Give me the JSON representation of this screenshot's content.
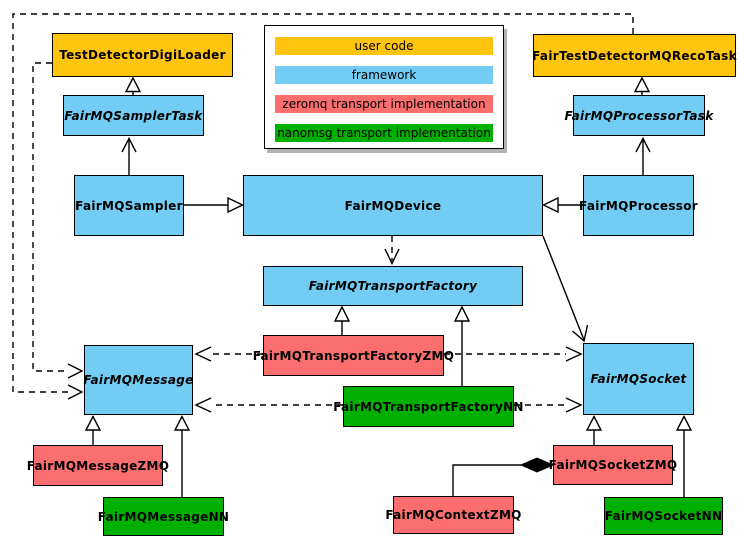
{
  "palette": {
    "user_code": "#FFC40D",
    "framework": "#72CCF3",
    "zeromq": "#FA6E6E",
    "nanomsg": "#00B000",
    "border": "#000000",
    "shadow": "#b3b3b3"
  },
  "legend": {
    "items": [
      {
        "label": "user code",
        "color": "#FFC40D"
      },
      {
        "label": "framework",
        "color": "#72CCF3"
      },
      {
        "label": "zeromq transport implementation",
        "color": "#FA6E6E"
      },
      {
        "label": "nanomsg transport implementation",
        "color": "#00B000"
      }
    ]
  },
  "nodes": {
    "testDetectorDigiLoader": {
      "label": "TestDetectorDigiLoader",
      "color": "#FFC40D"
    },
    "fairMQSamplerTask": {
      "label": "FairMQSamplerTask",
      "color": "#72CCF3"
    },
    "fairTestDetectorMQRecoTask": {
      "label": "FairTestDetectorMQRecoTask",
      "color": "#FFC40D"
    },
    "fairMQProcessorTask": {
      "label": "FairMQProcessorTask",
      "color": "#72CCF3"
    },
    "fairMQSampler": {
      "label": "FairMQSampler",
      "color": "#72CCF3"
    },
    "fairMQDevice": {
      "label": "FairMQDevice",
      "color": "#72CCF3"
    },
    "fairMQProcessor": {
      "label": "FairMQProcessor",
      "color": "#72CCF3"
    },
    "fairMQTransportFactory": {
      "label": "FairMQTransportFactory",
      "color": "#72CCF3"
    },
    "fairMQTransportFactoryZMQ": {
      "label": "FairMQTransportFactoryZMQ",
      "color": "#FA6E6E"
    },
    "fairMQTransportFactoryNN": {
      "label": "FairMQTransportFactoryNN",
      "color": "#00B000"
    },
    "fairMQMessage": {
      "label": "FairMQMessage",
      "color": "#72CCF3"
    },
    "fairMQSocket": {
      "label": "FairMQSocket",
      "color": "#72CCF3"
    },
    "fairMQMessageZMQ": {
      "label": "FairMQMessageZMQ",
      "color": "#FA6E6E"
    },
    "fairMQMessageNN": {
      "label": "FairMQMessageNN",
      "color": "#00B000"
    },
    "fairMQSocketZMQ": {
      "label": "FairMQSocketZMQ",
      "color": "#FA6E6E"
    },
    "fairMQSocketNN": {
      "label": "FairMQSocketNN",
      "color": "#00B000"
    },
    "fairMQContextZMQ": {
      "label": "FairMQContextZMQ",
      "color": "#FA6E6E"
    }
  }
}
